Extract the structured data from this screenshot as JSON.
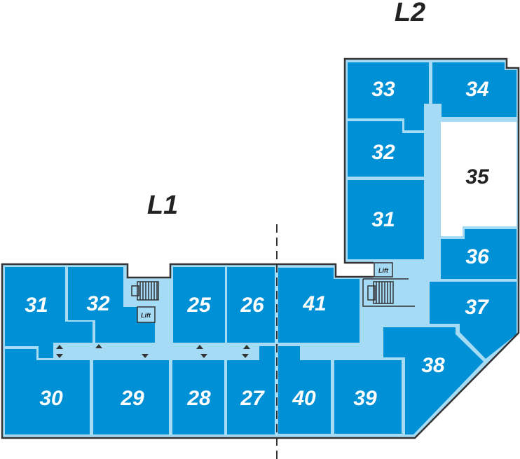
{
  "colors": {
    "room": "#0090d5",
    "corridor": "#a6dbf5",
    "outline": "#333333",
    "unavailable_room": "#ffffff"
  },
  "levels": [
    {
      "label": "L1",
      "rooms": [
        "31",
        "32",
        "25",
        "26",
        "30",
        "29",
        "28",
        "27"
      ]
    },
    {
      "label": "L2",
      "rooms": [
        "33",
        "34",
        "32",
        "35",
        "31",
        "36",
        "37",
        "41",
        "38",
        "40",
        "39"
      ]
    }
  ],
  "l1": {
    "label": "L1",
    "lift": "Lift",
    "rooms": {
      "r31": "31",
      "r32": "32",
      "r25": "25",
      "r26": "26",
      "r30": "30",
      "r29": "29",
      "r28": "28",
      "r27": "27"
    }
  },
  "l2": {
    "label": "L2",
    "lift": "Lift",
    "rooms": {
      "r33": "33",
      "r34": "34",
      "r32": "32",
      "r35": "35",
      "r31": "31",
      "r36": "36",
      "r37": "37",
      "r41": "41",
      "r38": "38",
      "r40": "40",
      "r39": "39"
    }
  },
  "icons": [
    "stairs-icon",
    "lift-icon",
    "escalator-up-icon",
    "escalator-down-icon"
  ]
}
